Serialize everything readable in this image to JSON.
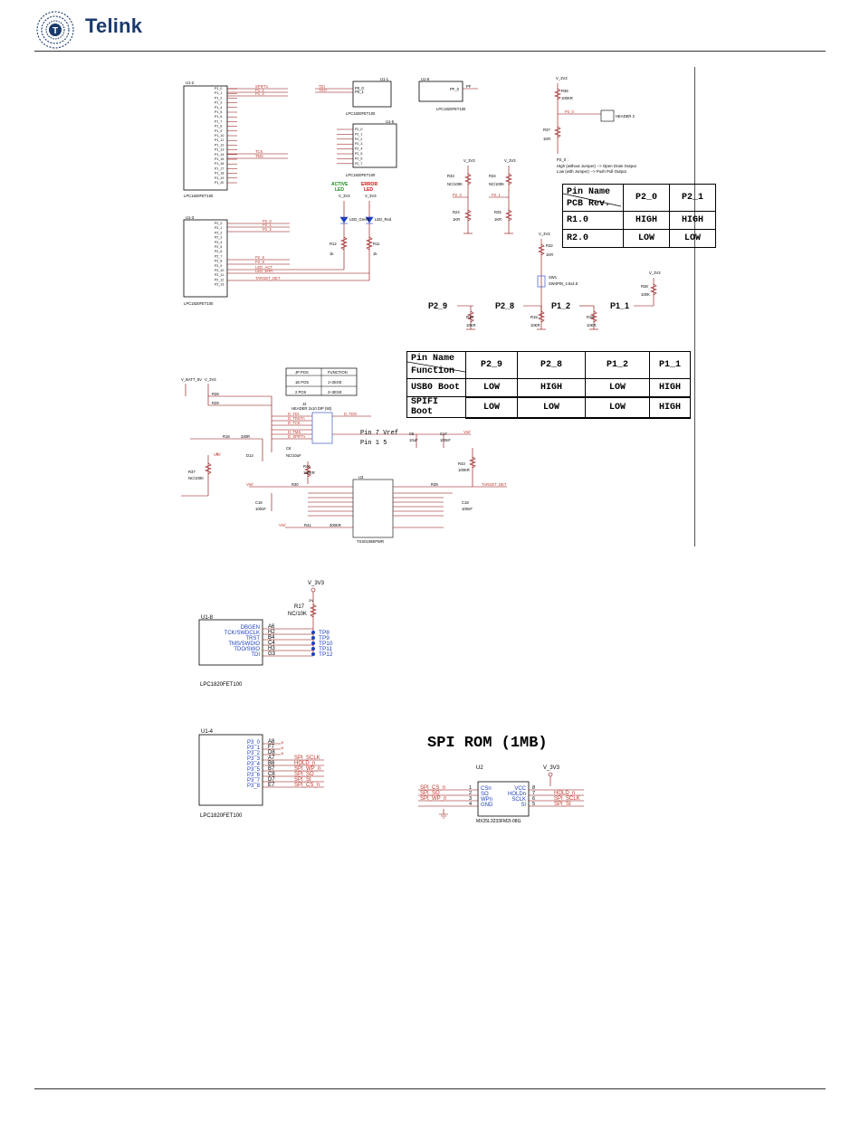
{
  "header": {
    "brand": "Telink",
    "logo_icon": "telink-logo-icon"
  },
  "schematic": {
    "u1_2": {
      "ref": "U1-2",
      "part": "LPC1820FET100",
      "pins": [
        "P1_0",
        "P1_1",
        "P1_2",
        "P1_3",
        "P1_4",
        "P1_5",
        "P1_6",
        "P1_7",
        "P1_8",
        "P1_9",
        "P1_10",
        "P1_11",
        "P1_12",
        "P1_13",
        "P1_14",
        "P1_15",
        "P1_16",
        "P1_17",
        "P1_18",
        "P1_19",
        "P1_20"
      ],
      "nets": [
        "SPIFTx",
        "P1_1",
        "P1_2",
        "TCK",
        "TMS"
      ]
    },
    "u1_1": {
      "ref": "U1-1",
      "part": "LPC1820FET100",
      "pins": [
        "P0_0",
        "P0_1"
      ],
      "nets": [
        "TDI",
        "TDO"
      ]
    },
    "u1_6": {
      "ref": "U1-6",
      "part": "LPC1820FET100",
      "pins": [
        "PF_0"
      ],
      "nets": [
        "PF"
      ]
    },
    "u1_5": {
      "ref": "U1-5",
      "part": "LPC1820FET100",
      "pins": [
        "P2_0",
        "P2_1",
        "P2_2",
        "P2_3",
        "P2_4",
        "P2_5",
        "P2_6",
        "P2_7"
      ]
    },
    "u1_3": {
      "ref": "U1-3",
      "part": "LPC1820FET100",
      "pins": [
        "P2_0",
        "P2_1",
        "P2_2",
        "P2_3",
        "P2_4",
        "P2_5",
        "P2_6",
        "P2_7",
        "P2_8",
        "P2_9",
        "P2_10",
        "P2_11",
        "P2_12",
        "P2_13"
      ],
      "nets": [
        "P2_0",
        "P2_1",
        "P2_2",
        "P2_8",
        "P2_9",
        "LED_ACT",
        "LED_ERR",
        "TARGET_DET"
      ]
    },
    "leds": {
      "active_label": "ACTIVE",
      "active_sub": "LED",
      "error_label": "ERROR",
      "error_sub": "LED",
      "d8": "LED_Green",
      "d9": "LED_Red",
      "r12": "R12",
      "r11": "R11",
      "val": "1k",
      "rail": "V_3V3"
    },
    "jumper": {
      "r36": "R36",
      "r36_val": "100KR",
      "r37": "R37",
      "r37_val": "1KR",
      "net": "P2_0",
      "header": "HEADER 2",
      "rail": "V_3V3",
      "note_label": "P2_0 :",
      "note_high": "High (without Jumper) --> Open Drain Output",
      "note_low": "Low (with Jumper) --> Push Pull Output"
    },
    "strap_resistors": {
      "r33": "R33",
      "r33_val": "NC/100K",
      "r34": "R34",
      "r34_val": "NC/100K",
      "r24": "R24",
      "r25": "R25",
      "val": "1KR",
      "net_a": "P2_0",
      "net_b": "P2_1",
      "rail": "V_3V3"
    },
    "boot_switch": {
      "r32": "R32",
      "r32_val": "1KR",
      "sw": "SW1",
      "sw_val": "SW4PIN_4.5x4.5",
      "r38": "R38",
      "r38_val": "100K",
      "rail": "V_3V3",
      "r14": "R14",
      "r15": "R15",
      "r16": "R16",
      "r_val": "10KR",
      "labels": [
        "P2_9",
        "P2_8",
        "P1_2",
        "P1_1"
      ]
    },
    "debug": {
      "j2": "J2",
      "j2_name": "HEADER 2x10 DIP (50)",
      "nets": [
        "D_TDI",
        "D_TRSTn",
        "D_TDO",
        "D_TCK",
        "D_TMS",
        "D_SPIFTx"
      ],
      "pin_note_1": "Pin 7 Vref",
      "pin_note_2": "Pin 1 5",
      "r28": "R28",
      "r29": "R29",
      "r18": "R18",
      "r18_val": "330R",
      "r37": "R37",
      "r37_val": "NC/100K",
      "d13": "D13",
      "c6": "C6",
      "c6_val": "NC/10uF",
      "c5": "C5",
      "c5_val": "10uF",
      "c17": "C17",
      "c17_val": "100nF",
      "r44": "R44",
      "r44_val": "100KR",
      "r43": "R43",
      "r43_val": "100KR",
      "r30": "R30",
      "r39": "R39",
      "r41": "R41",
      "r41_val": "300KR",
      "c16": "C16",
      "c16_val": "100nF",
      "c18": "C18",
      "c18_val": "100nF",
      "u3": "U3",
      "u3_part": "TXS0108EPWR",
      "vref": "Vref",
      "target_det": "TARGET_DET",
      "rails": [
        "V_BATT_5V",
        "V_3V3"
      ],
      "mini_table": [
        [
          "JP POS",
          "FUNCTION"
        ],
        [
          "1E POS",
          "1+2EXE"
        ],
        [
          "2 POS",
          "2+3EXE"
        ]
      ]
    },
    "boot_table1": {
      "header_top": "Pin Name",
      "header_bottom": "PCB Rev.",
      "cols": [
        "P2_0",
        "P2_1"
      ],
      "rows": [
        [
          "R1.0",
          "HIGH",
          "HIGH"
        ],
        [
          "R2.0",
          "LOW",
          "LOW"
        ]
      ]
    },
    "boot_table2": {
      "header_top": "Pin Name",
      "header_bottom": "Function",
      "cols": [
        "P2_9",
        "P2_8",
        "P1_2",
        "P1_1"
      ],
      "rows": [
        [
          "USB0 Boot",
          "LOW",
          "HIGH",
          "LOW",
          "HIGH"
        ],
        [
          "SPIFI Boot",
          "LOW",
          "LOW",
          "LOW",
          "HIGH"
        ]
      ]
    },
    "u1_8": {
      "ref": "U1-8",
      "part": "LPC1820FET100",
      "rail": "V_3V3",
      "r17": "R17",
      "r17_val": "NC/10K",
      "r17_pin": "2N",
      "pin_nums": [
        "A6",
        "H2",
        "B4",
        "C4",
        "H3",
        "G3"
      ],
      "pins": [
        "DBGEN",
        "TCK/SWDCLK",
        "TRST",
        "TMS/SWDIO",
        "TDO/SWO",
        "TDI"
      ],
      "tps": [
        "TP8",
        "TP9",
        "TP10",
        "TP11",
        "TP12"
      ]
    },
    "u1_4": {
      "ref": "U1-4",
      "part": "LPC1820FET100",
      "pins": [
        "P3_0",
        "P3_1",
        "P3_2",
        "P3_3",
        "P3_4",
        "P3_5",
        "P3_6",
        "P3_7",
        "P3_8"
      ],
      "pin_nums": [
        "A8",
        "F7",
        "D8",
        "A7",
        "B8",
        "B7",
        "C8",
        "D7",
        "E7"
      ],
      "nets": [
        "",
        "",
        "",
        "SPI_SCLK",
        "HOLD_n",
        "SPI_WP_n",
        "SPI_SO",
        "SPI_SI",
        "SPI_CS_n"
      ]
    },
    "spi_rom": {
      "title": "SPI ROM (1MB)",
      "ref": "U2",
      "part": "MX25L3233FM2I-08G",
      "rail": "V_3V3",
      "left_nets": [
        "SPI_CS_n",
        "SPI_SO",
        "SPI_WP_n"
      ],
      "left_pins": [
        "CSn",
        "SO",
        "WPn",
        "GND"
      ],
      "left_nums": [
        "1",
        "2",
        "3",
        "4"
      ],
      "right_pins": [
        "VCC",
        "HOLDn",
        "SCLK",
        "SI"
      ],
      "right_nums": [
        "8",
        "7",
        "6",
        "5"
      ],
      "right_nets": [
        "HOLD_n",
        "SPI_SCLK",
        "SPI_SI"
      ]
    }
  },
  "colors": {
    "net": "#c0392b",
    "wire": "#8b0000",
    "brand": "#1a3a6b",
    "active": "#1a8a1a",
    "error": "#d01010",
    "tp": "#1f3fbf",
    "pin": "#1f3fbf"
  }
}
